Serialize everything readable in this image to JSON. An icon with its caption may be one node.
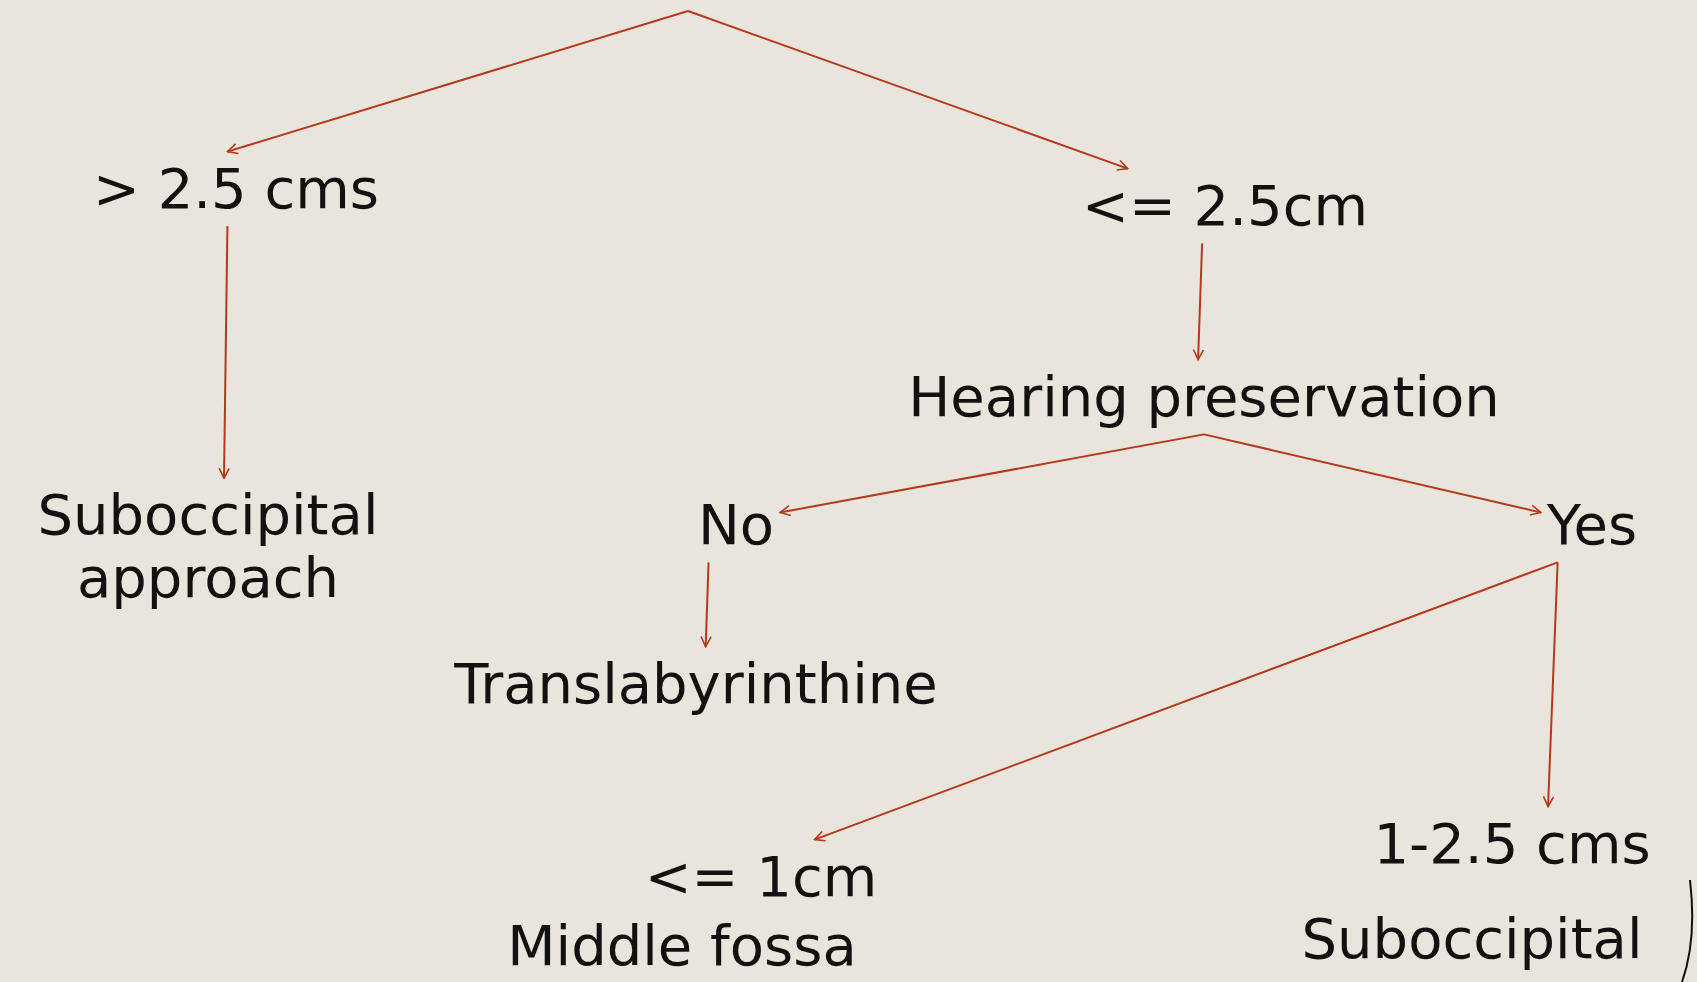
{
  "diagram": {
    "nodes": [
      {
        "text": [
          "> 2.5 cms"
        ]
      },
      {
        "text": [
          "<= 2.5cm"
        ]
      },
      {
        "text": [
          "Suboccipital approach"
        ]
      },
      {
        "text": [
          "Hearing preservation"
        ]
      },
      {
        "text": [
          "No"
        ]
      },
      {
        "text": [
          "Yes"
        ]
      },
      {
        "text": [
          "Translabyrinthine"
        ]
      },
      {
        "text": [
          "<= 1cm"
        ],
        "beside": [
          "Middle fossa"
        ]
      },
      {
        "text": [
          "1-2.5 cms"
        ],
        "beside": [
          "Suboccipital"
        ]
      }
    ],
    "edges": [
      {
        "from": null,
        "to": 0,
        "arrow": "to"
      },
      {
        "from": null,
        "to": 1,
        "arrow": "to"
      },
      {
        "from": 0,
        "to": 2,
        "arrow": "to"
      },
      {
        "from": 1,
        "to": 3,
        "arrow": "to"
      },
      {
        "from": 3,
        "to": 4,
        "arrow": "to"
      },
      {
        "from": 3,
        "to": 5,
        "arrow": "to"
      },
      {
        "from": 4,
        "to": 6,
        "arrow": "to"
      },
      {
        "from": 5,
        "to": 7,
        "arrow": "to"
      },
      {
        "from": 5,
        "to": 8,
        "arrow": "to"
      }
    ]
  }
}
